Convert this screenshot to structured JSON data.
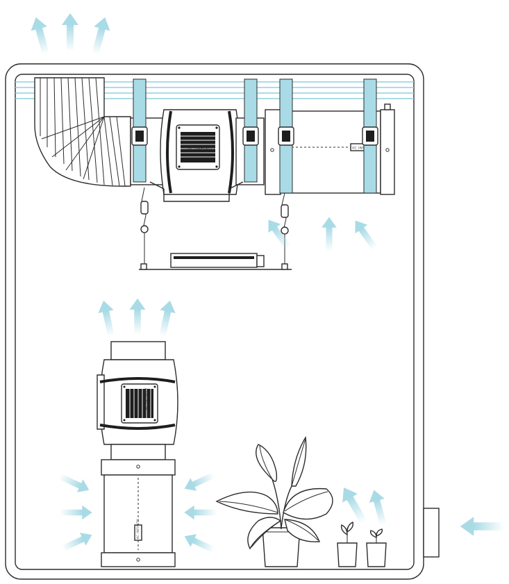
{
  "colors": {
    "airflow": "#a9dbe6",
    "outline": "#2b2b2b",
    "rail": "#8fd0de",
    "motor": "#1e1e1e",
    "background": "#ffffff"
  },
  "labels": {
    "brand_top_fan": "AC INFINITY",
    "brand_filter_top": "AC INFINITY",
    "brand_bottom_fan": "AC INFINITY",
    "brand_filter_bottom": "AC INFINITY"
  },
  "icons": [
    "airflow-arrow-icon",
    "inline-fan-icon",
    "carbon-filter-icon",
    "rope-ratchet-icon",
    "grow-light-icon",
    "plant-icon",
    "seedling-icon",
    "intake-vent-icon"
  ]
}
